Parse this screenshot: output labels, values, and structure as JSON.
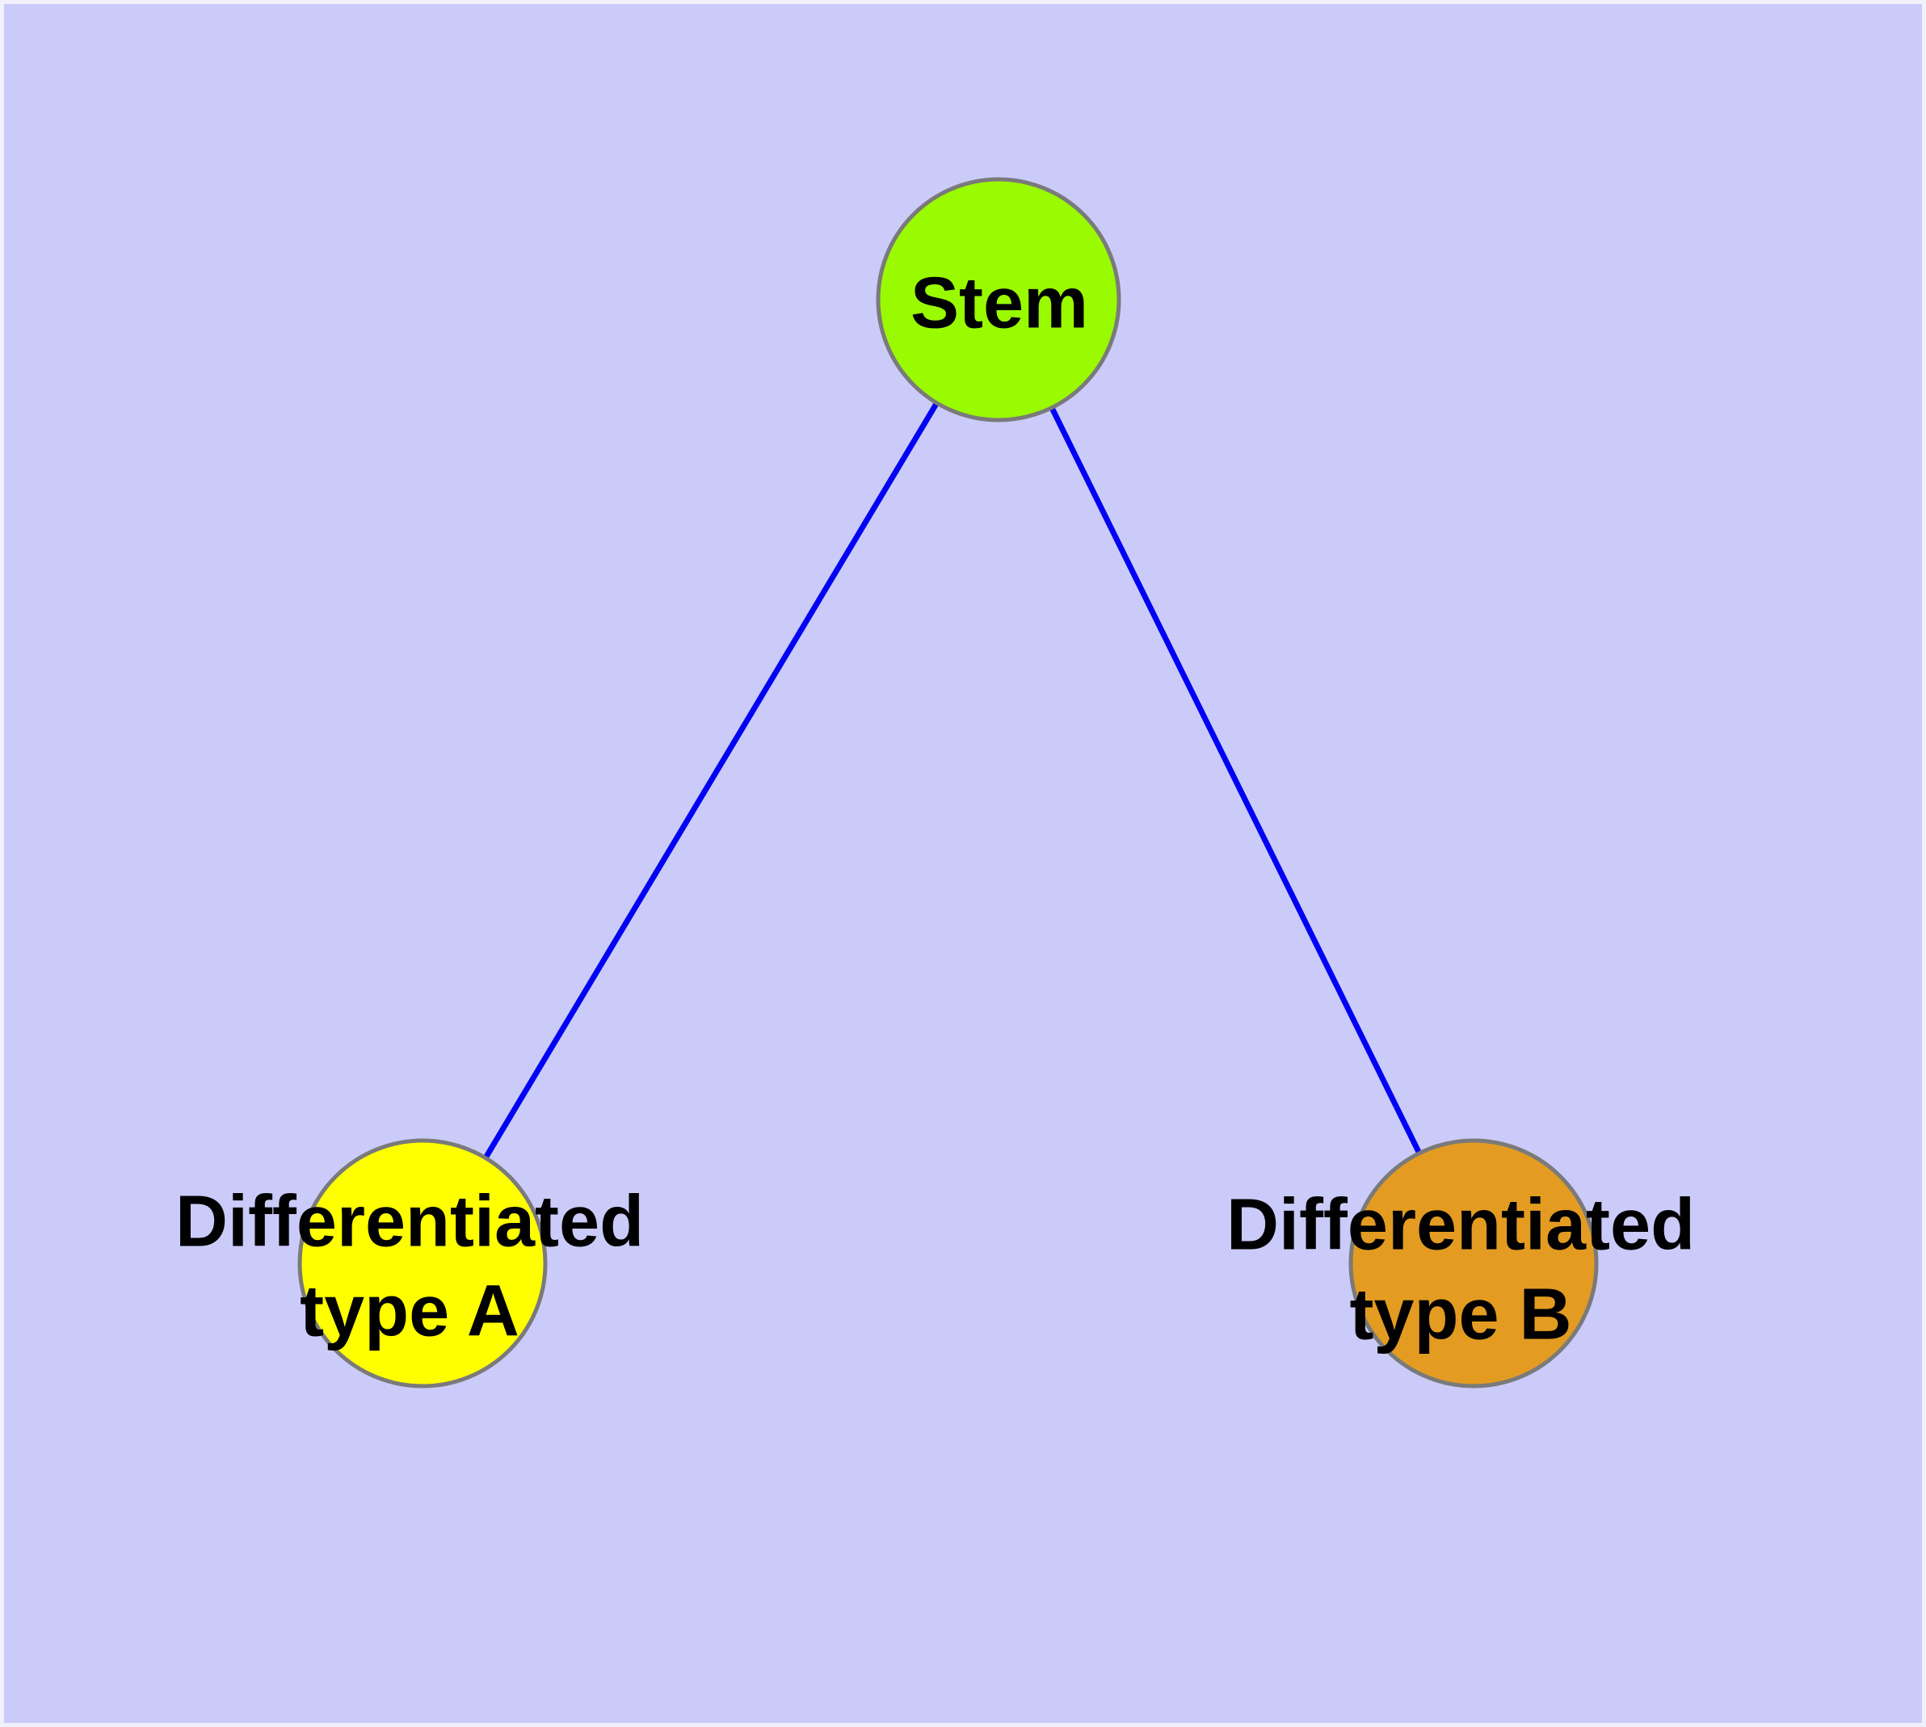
{
  "diagram": {
    "background_color": "#CBCBFA",
    "edge_color": "#0000F5",
    "node_border_color": "#7A7A7A",
    "label_color": "#000000",
    "nodes": [
      {
        "id": "stem",
        "label_line1": "Stem",
        "label_line2": "",
        "fill": "#9AFA00"
      },
      {
        "id": "diff-a",
        "label_line1": "Differentiated",
        "label_line2": "type A",
        "fill": "#FFFF00"
      },
      {
        "id": "diff-b",
        "label_line1": "Differentiated",
        "label_line2": "type B",
        "fill": "#E39C21"
      }
    ],
    "edges": [
      {
        "from": "stem",
        "to": "diff-a"
      },
      {
        "from": "stem",
        "to": "diff-b"
      }
    ]
  }
}
